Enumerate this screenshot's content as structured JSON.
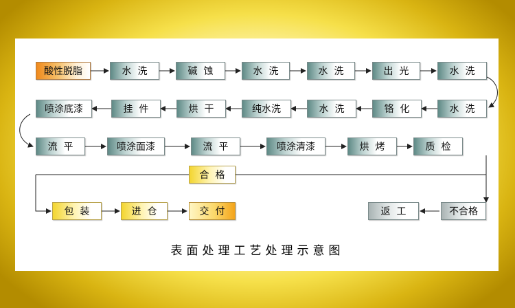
{
  "flow": {
    "r1": [
      "酸性脱脂",
      "水  洗",
      "碱  蚀",
      "水  洗",
      "水  洗",
      "出  光",
      "水  洗"
    ],
    "r2": [
      "喷涂底漆",
      "挂  件",
      "烘  干",
      "纯水洗",
      "水  洗",
      "铬  化",
      "水  洗"
    ],
    "r3": [
      "流  平",
      "喷涂面漆",
      "流  平",
      "喷涂清漆",
      "烘  烤",
      "质  检"
    ],
    "pass": "合  格",
    "fail": "不合格",
    "rework": "返  工",
    "r4": [
      "包  装",
      "进  仓",
      "交  付"
    ]
  },
  "caption": "表面处理工艺处理示意图"
}
